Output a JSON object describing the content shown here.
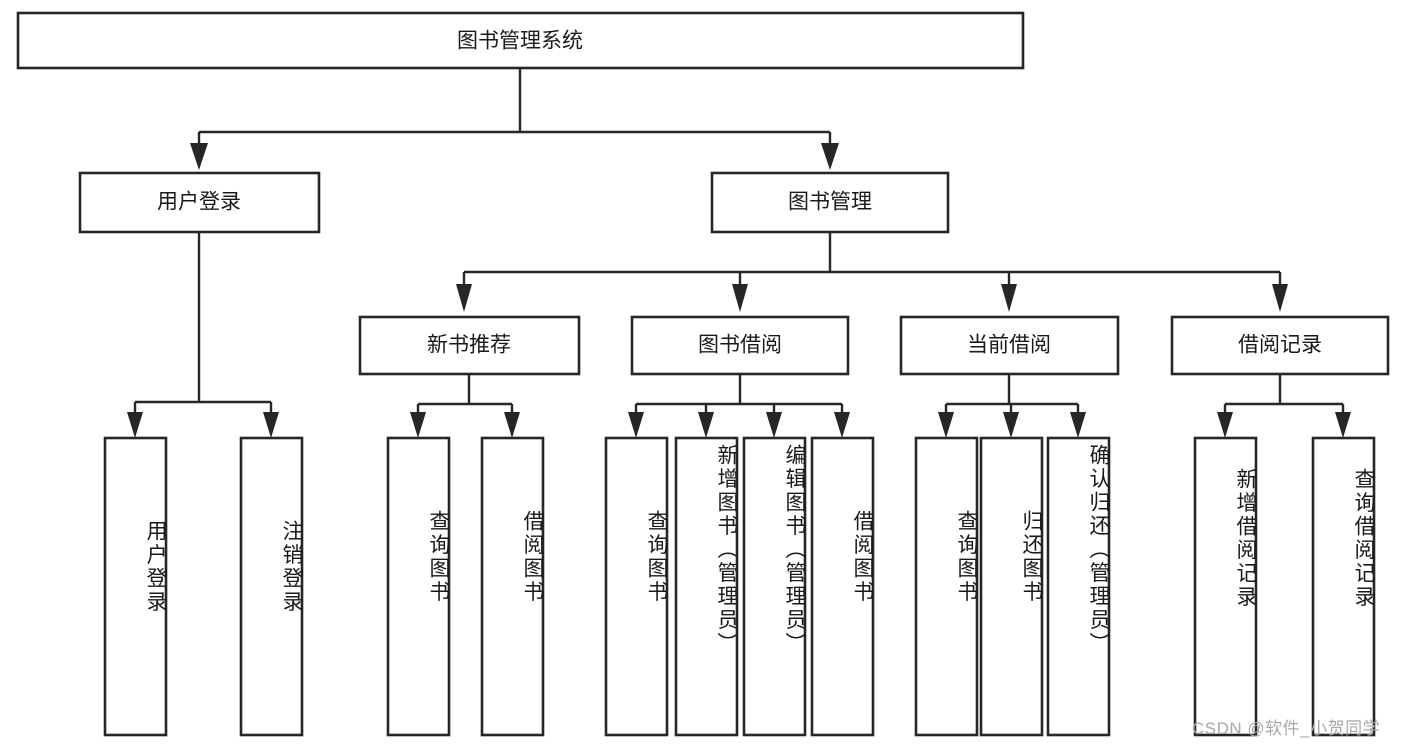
{
  "diagram": {
    "title": "图书管理系统",
    "type": "tree",
    "watermark": "CSDN @软件_小贺同学",
    "colors": {
      "background": "#ffffff",
      "stroke": "#262626",
      "fill": "#ffffff",
      "text": "#1a1a1a",
      "watermark": "#a8a8a8"
    },
    "root": {
      "label": "图书管理系统"
    },
    "level2": [
      {
        "label": "用户登录"
      },
      {
        "label": "图书管理"
      }
    ],
    "level3": [
      {
        "label": "新书推荐"
      },
      {
        "label": "图书借阅"
      },
      {
        "label": "当前借阅"
      },
      {
        "label": "借阅记录"
      }
    ],
    "leaves": {
      "user_login": [
        {
          "label": "用户登录"
        },
        {
          "label": "注销登录"
        }
      ],
      "new_book_recommend": [
        {
          "label": "查询图书"
        },
        {
          "label": "借阅图书"
        }
      ],
      "book_borrow": [
        {
          "label": "查询图书"
        },
        {
          "label": "新增图书（管理员）"
        },
        {
          "label": "编辑图书（管理员）"
        },
        {
          "label": "借阅图书"
        }
      ],
      "current_borrow": [
        {
          "label": "查询图书"
        },
        {
          "label": "归还图书"
        },
        {
          "label": "确认归还（管理员）"
        }
      ],
      "borrow_record": [
        {
          "label": "新增借阅记录"
        },
        {
          "label": "查询借阅记录"
        }
      ]
    }
  }
}
